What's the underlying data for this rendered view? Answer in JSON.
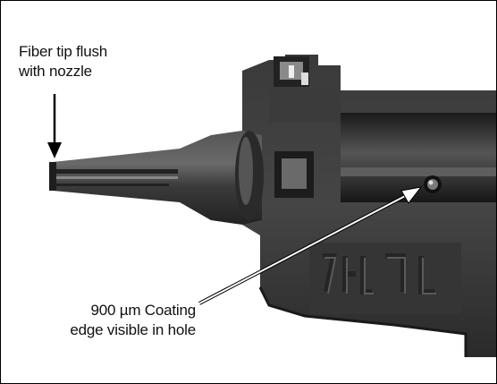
{
  "annotations": {
    "fiber_tip": {
      "line1": "Fiber tip flush",
      "line2": "with nozzle"
    },
    "coating": {
      "line1": "900 µm Coating",
      "line2": "edge visible in hole"
    }
  },
  "photo": {
    "subject": "fiber-connector-nozzle-photo"
  },
  "colors": {
    "background": "#ffffff",
    "part_dark": "#2e2e2e",
    "part_mid": "#4a4a4a",
    "arrow_dark": "#000000",
    "arrow_light": "#ffffff"
  }
}
